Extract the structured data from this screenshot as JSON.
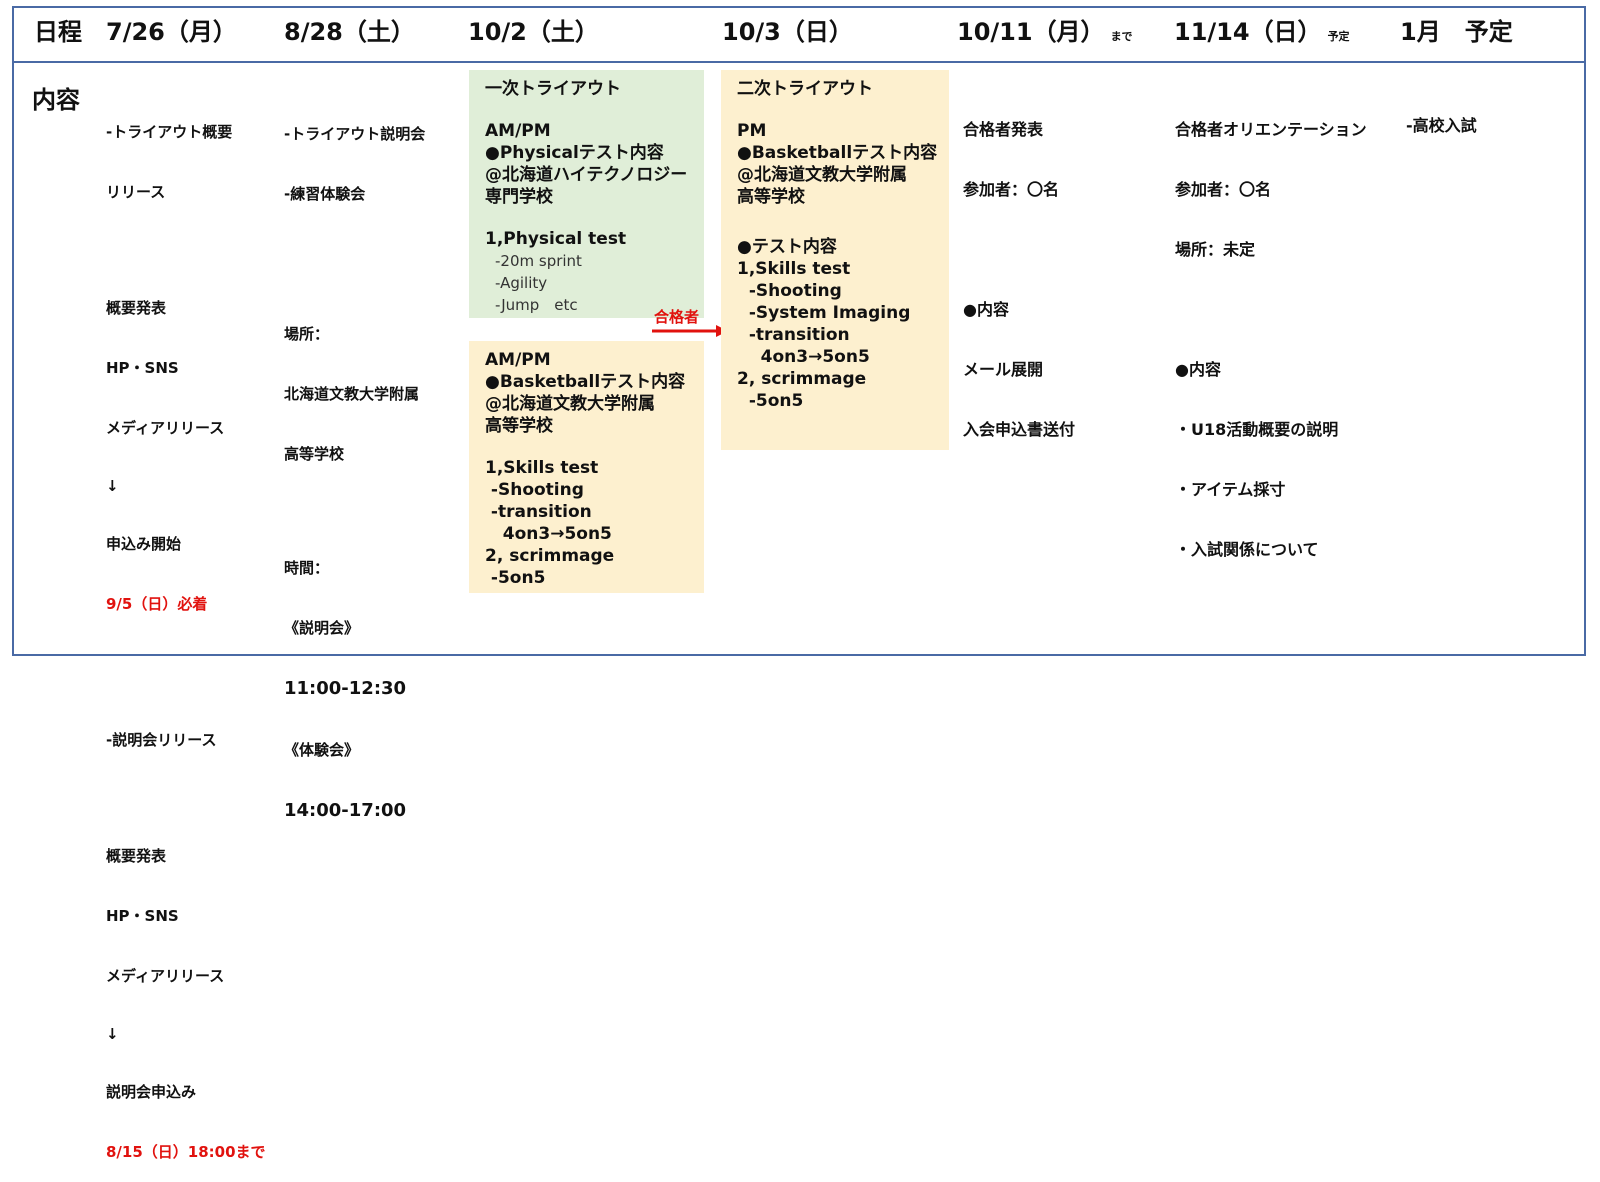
{
  "header": {
    "label": "日程",
    "cols": [
      "7/26（月）",
      "8/28（土）",
      "10/2（土）",
      "10/3（日）",
      "10/11（月）",
      "11/14（日）",
      "1月　予定"
    ],
    "col4_note": "まで",
    "col5_note": "予定"
  },
  "row_label": "内容",
  "col1": {
    "l1": "-トライアウト概要",
    "l2": "リリース",
    "l3": "概要発表",
    "l4": "HP・SNS",
    "l5": "メディアリリース",
    "l6": "↓",
    "l7": "申込み開始",
    "l8": "9/5（日）必着",
    "l9": "-説明会リリース",
    "l10": "概要発表",
    "l11": "HP・SNS",
    "l12": "メディアリリース",
    "l13": "↓",
    "l14": "説明会申込み",
    "l15": "8/15（日）18:00まで"
  },
  "col2": {
    "l1": "-トライアウト説明会",
    "l2": "-練習体験会",
    "l3": "場所：",
    "l4": "北海道文教大学附属",
    "l5": "高等学校",
    "l6": "時間：",
    "l7": "《説明会》",
    "l8": "11:00-12:30",
    "l9": "《体験会》",
    "l10": "14:00-17:00"
  },
  "box1": {
    "l1": "一次トライアウト",
    "l2": "AM/PM",
    "l3": "●Physicalテスト内容",
    "l4": "@北海道ハイテクノロジー",
    "l5": "専門学校",
    "l6": "1,Physical test",
    "l7": "-20m sprint",
    "l8": "-Agility",
    "l9": "-Jump　etc"
  },
  "box2": {
    "l1": "AM/PM",
    "l2": "●Basketballテスト内容",
    "l3": "@北海道文教大学附属",
    "l4": "高等学校",
    "l5": "1,Skills test",
    "l6": " -Shooting",
    "l7": " -transition",
    "l8": "   4on3→5on5",
    "l9": "2, scrimmage",
    "l10": " -5on5"
  },
  "arrow_label": "合格者",
  "box3": {
    "l1": "二次トライアウト",
    "l2": "PM",
    "l3": "●Basketballテスト内容",
    "l4": "@北海道文教大学附属",
    "l5": "高等学校",
    "l6": "●テスト内容",
    "l7": "1,Skills test",
    "l8": "  -Shooting",
    "l9": "  -System Imaging",
    "l10": "  -transition",
    "l11": "    4on3→5on5",
    "l12": "2, scrimmage",
    "l13": "  -5on5"
  },
  "col5": {
    "l1": "合格者発表",
    "l2": "参加者：〇名",
    "l3": "●内容",
    "l4": "メール展開",
    "l5": "入会申込書送付"
  },
  "col6": {
    "l1": "合格者オリエンテーション",
    "l2": "参加者：〇名",
    "l3": "場所：未定",
    "l4": "●内容",
    "l5": "・U18活動概要の説明",
    "l6": "・アイテム採寸",
    "l7": "・入試関係について"
  },
  "col7": {
    "l1": "-高校入試"
  },
  "colors": {
    "border": "#4a6aa5",
    "green": "#e0eed8",
    "yellow": "#fdf0cf",
    "red": "#e1120e"
  }
}
